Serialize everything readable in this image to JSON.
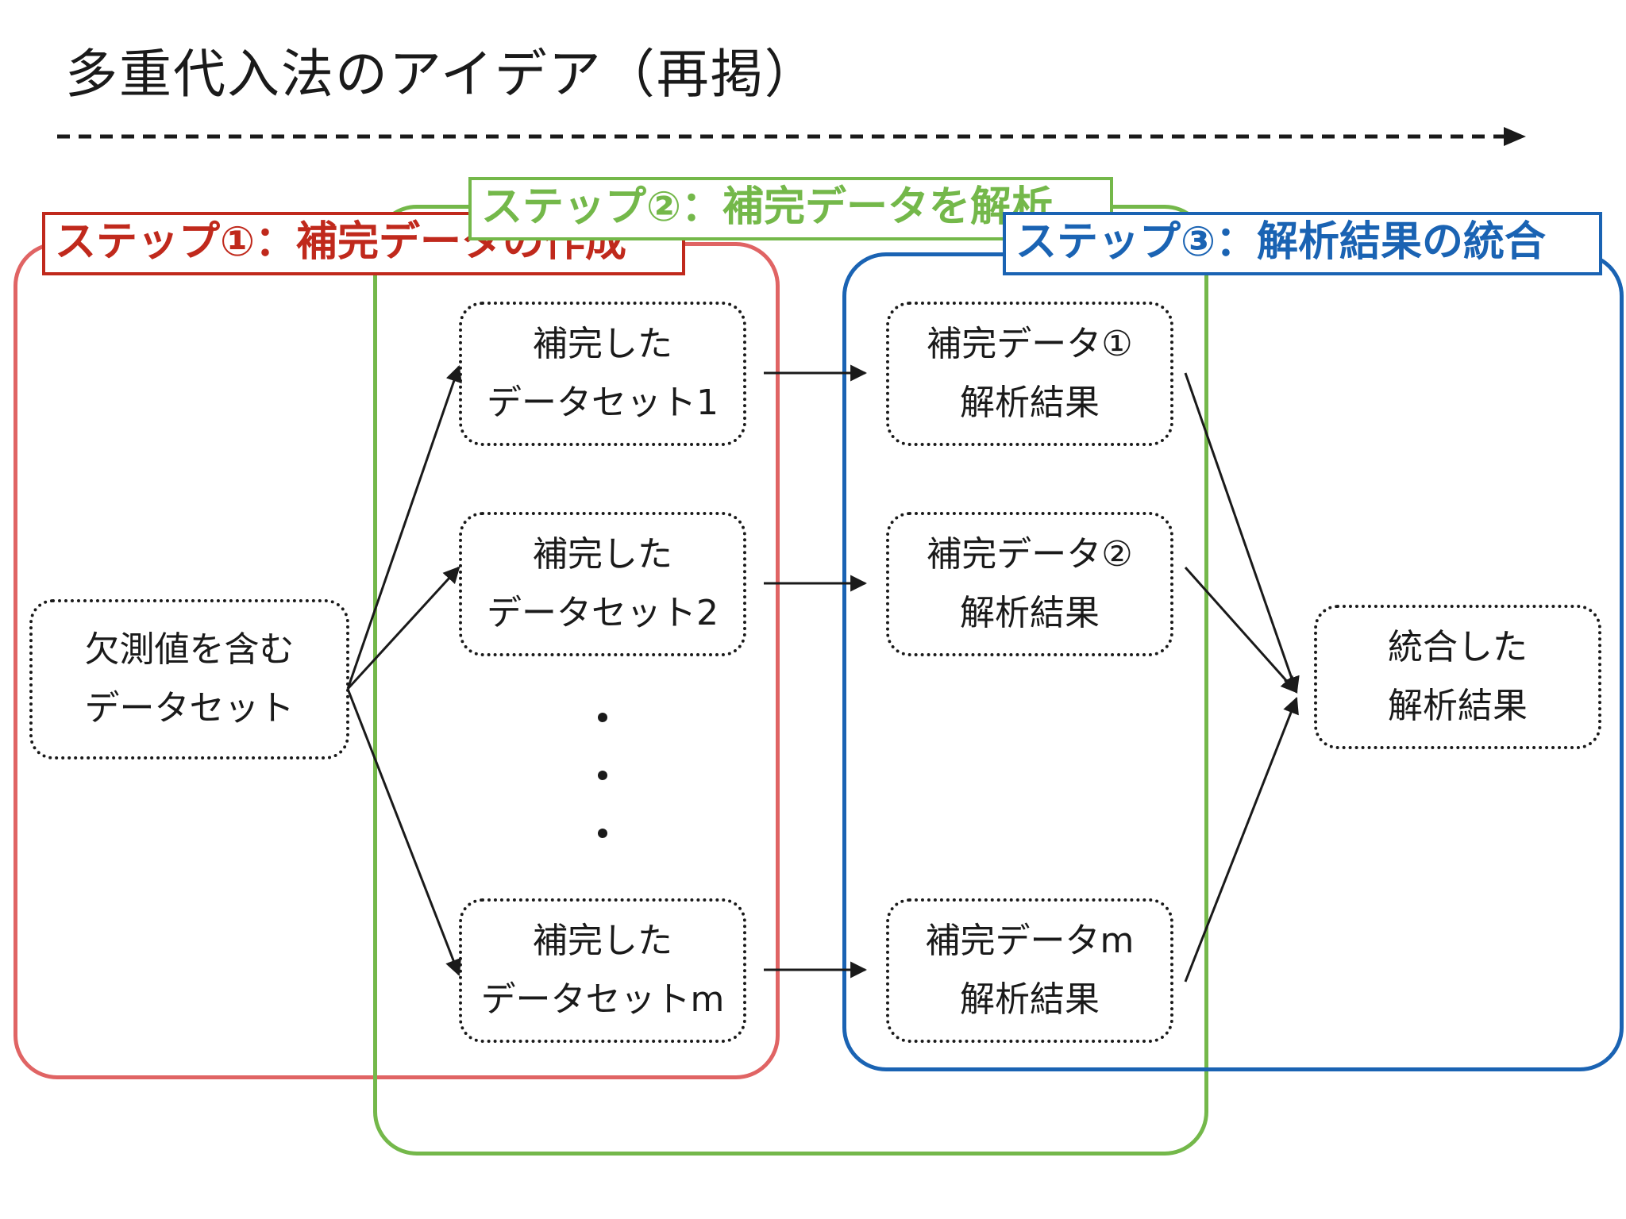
{
  "title": "多重代入法のアイデア（再掲）",
  "steps": {
    "step1": "ステップ①：補完データの作成",
    "step2": "ステップ②：補完データを解析",
    "step3": "ステップ③：解析結果の統合"
  },
  "colors": {
    "step1_border": "#e06464",
    "step1_text": "#c0291c",
    "step2": "#74b84a",
    "step3": "#1a63b3"
  },
  "nodes": {
    "missing": [
      "欠測値を含む",
      "データセット"
    ],
    "ds1": [
      "補完した",
      "データセット1"
    ],
    "ds2": [
      "補完した",
      "データセット2"
    ],
    "dsm": [
      "補完した",
      "データセットm"
    ],
    "res1": [
      "補完データ①",
      "解析結果"
    ],
    "res2": [
      "補完データ②",
      "解析結果"
    ],
    "resm": [
      "補完データm",
      "解析結果"
    ],
    "merged": [
      "統合した",
      "解析結果"
    ]
  },
  "ellipsis": "⋮"
}
